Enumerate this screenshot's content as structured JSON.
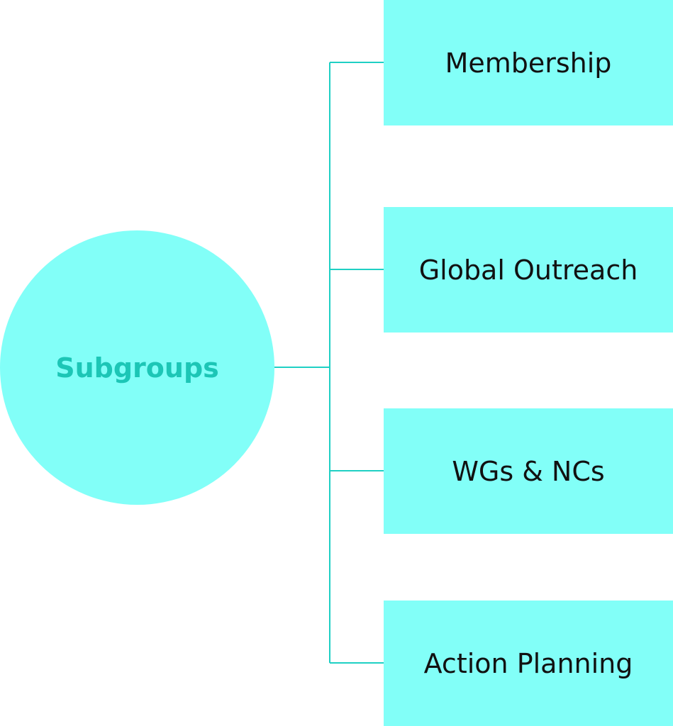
{
  "center": {
    "label": "Subgroups"
  },
  "branches": [
    {
      "label": "Membership"
    },
    {
      "label": "Global Outreach"
    },
    {
      "label": "WGs & NCs"
    },
    {
      "label": "Action Planning"
    }
  ],
  "colors": {
    "fill": "#82fff8",
    "line": "#1fd0c4",
    "center_text": "#1cc6b6"
  }
}
